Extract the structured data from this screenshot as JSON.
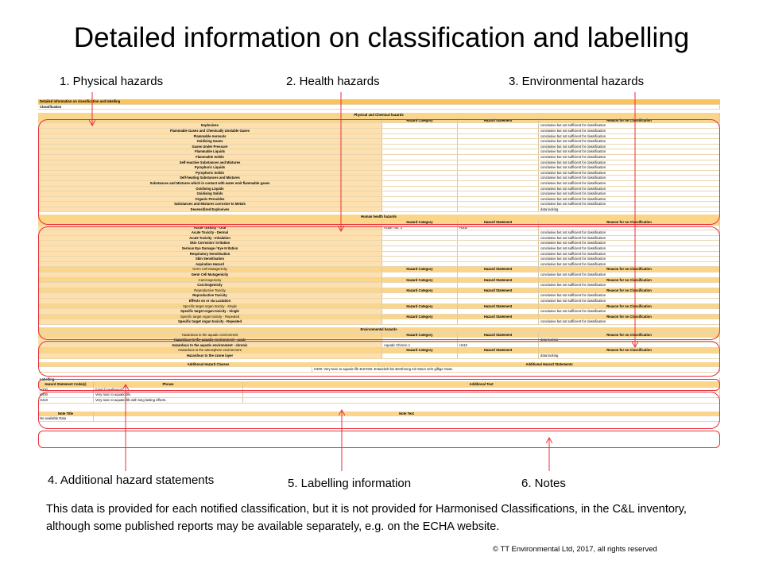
{
  "title": "Detailed information on classification and labelling",
  "labels": {
    "physical": "1. Physical hazards",
    "health": "2. Health hazards",
    "environmental": "3. Environmental hazards",
    "additional": "4. Additional hazard statements",
    "labelling": "5. Labelling information",
    "notes": "6. Notes"
  },
  "footer": "This data is provided for each notified classification, but it is not provided for Harmonised Classifications, in the C&L inventory, although some published reports may be available separately, e.g. on the ECHA website.",
  "copyright": "© TT Environmental Ltd, 2017, all rights reserved",
  "sheet": {
    "top_title": "Detailed information on classification and labelling",
    "classification": "Classification",
    "physical_header": "Physical and Chemical hazards",
    "col_category": "Hazard Category",
    "col_statement": "Hazard Statement",
    "col_reason": "Reason for no Classification",
    "default_reason": "conclusive but not sufficient for classification",
    "data_lacking": "data lacking",
    "physical_rows": [
      "Explosives",
      "Flammable Gases and Chemically Unstable Gases",
      "Flammable Aerosols",
      "Oxidising Gases",
      "Gases Under Pressure",
      "Flammable Liquids",
      "Flammable Solids",
      "Self-reactive Substances and Mixtures",
      "Pyrophoric Liquids",
      "Pyrophoric Solids",
      "Self-heating Substances and Mixtures",
      "Substances and Mixtures which in contact with water emit flammable gases",
      "Oxidising Liquids",
      "Oxidising Solids",
      "Organic Peroxides",
      "Substances and Mixtures corrosive to Metals",
      "Desensitized Explosives"
    ],
    "health_header": "Human health hazards",
    "acute_oral": "Acute Toxicity - Oral",
    "acute_oral_cat": "Acute Tox. 3",
    "acute_oral_stmt": "H300",
    "health_rows_a": [
      "Acute Toxicity - Dermal",
      "Acute Toxicity - Inhalation",
      "Skin Corrosion / Irritation",
      "Serious Eye Damage / Eye Irritation",
      "Respiratory Sensitisation",
      "Skin Sensitisation",
      "Aspiration Hazard"
    ],
    "germ_sub": "Germ Cell Mutagenicity",
    "germ": "Germ Cell Mutagenicity",
    "carc_sub": "Carcinogenicity",
    "carc": "Carcinogenicity",
    "repro_sub": "Reproductive Toxicity",
    "repro": "Reproductive Toxicity",
    "lact": "Effects on or via Lactation",
    "stot_single_sub": "Specific target organ toxicity - Single",
    "stot_single": "Specific target organ toxicity - Single",
    "stot_rep_sub": "Specific target organ toxicity - Repeated",
    "stot_rep": "Specific target organ toxicity - Repeated",
    "env_header": "Environmental hazards",
    "aquatic_sub": "Hazardous to the aquatic environment",
    "aquatic_acute": "Hazardous to the aquatic environment - acute",
    "aquatic_chronic": "Hazardous to the aquatic environment - chronic",
    "aquatic_chronic_cat": "Aquatic Chronic 1",
    "aquatic_chronic_stmt": "H410",
    "ozone_sub": "Hazardous to the atmosphere environment",
    "ozone": "Hazardous to the ozone layer",
    "add_classes": "Additional Hazard Classes",
    "add_statements": "Additional Hazard Statements",
    "add_text": "H400: Very toxic to aquatic life EUH032: Entwickelt bei Berührung mit Säure sehr giftige Gase.",
    "labelling": "Labelling",
    "lab_code": "Hazard Statement Code(s)",
    "lab_phrase": "Phrase",
    "lab_additional": "Additional Text",
    "lab_rows": [
      {
        "code": "H300",
        "phrase": "Fatal if swallowed."
      },
      {
        "code": "H400",
        "phrase": "Very toxic to aquatic life."
      },
      {
        "code": "H410",
        "phrase": "Very toxic to aquatic life with long lasting effects."
      }
    ],
    "note_title": "Note Title",
    "note_text": "Note Text",
    "note_value": "No available Data"
  }
}
